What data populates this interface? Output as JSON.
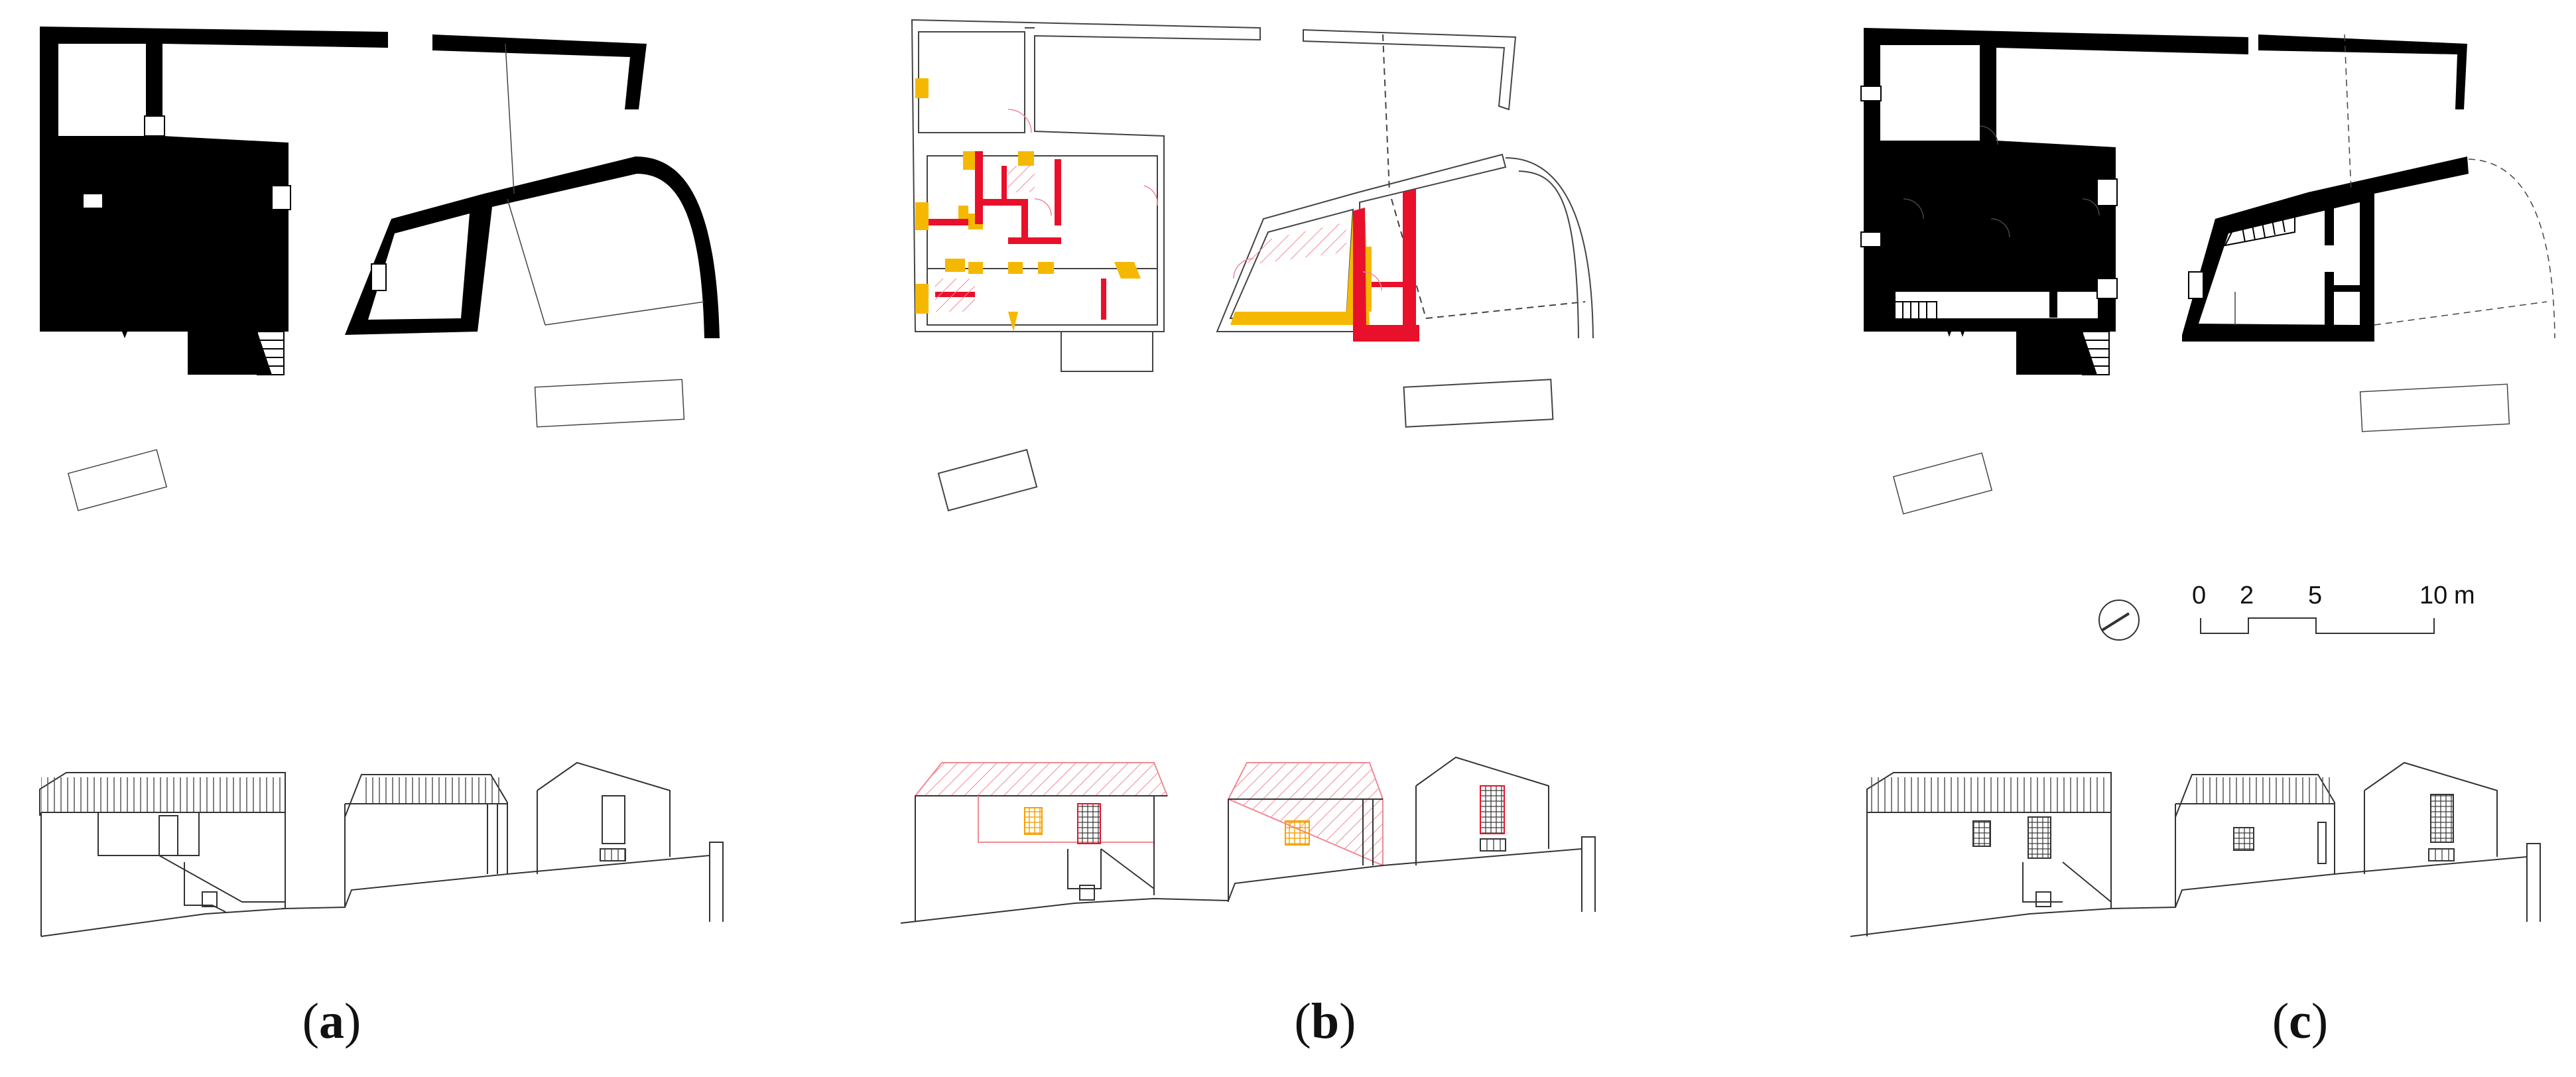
{
  "panels": [
    {
      "id": "a",
      "caption_open": "(",
      "caption_letter": "a",
      "caption_close": ")"
    },
    {
      "id": "b",
      "caption_open": "(",
      "caption_letter": "b",
      "caption_close": ")"
    },
    {
      "id": "c",
      "caption_open": "(",
      "caption_letter": "c",
      "caption_close": ")"
    }
  ],
  "scale_bar": {
    "ticks": [
      "0",
      "2",
      "5",
      "10"
    ],
    "unit": "m"
  },
  "colors": {
    "wall": "#000000",
    "line": "#444444",
    "demolished": "#f5b800",
    "new": "#e8102a",
    "hatch_new": "#f08a94"
  },
  "icons": {
    "north": "north-arrow-icon"
  }
}
